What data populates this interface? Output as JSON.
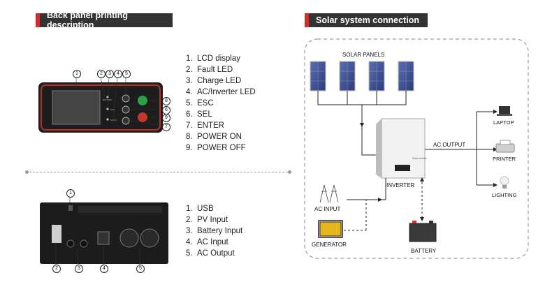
{
  "headers": {
    "left": "Back panel printing description",
    "right": "Solar system connection"
  },
  "front_panel_list": [
    {
      "n": "1.",
      "label": "LCD display"
    },
    {
      "n": "2.",
      "label": "Fault LED"
    },
    {
      "n": "3.",
      "label": "Charge LED"
    },
    {
      "n": "4.",
      "label": "AC/Inverter LED"
    },
    {
      "n": "5.",
      "label": "ESC"
    },
    {
      "n": "6.",
      "label": "SEL"
    },
    {
      "n": "7.",
      "label": "ENTER"
    },
    {
      "n": "8.",
      "label": "POWER ON"
    },
    {
      "n": "9.",
      "label": "POWER OFF"
    }
  ],
  "back_panel_list": [
    {
      "n": "1.",
      "label": "USB"
    },
    {
      "n": "2.",
      "label": "PV Input"
    },
    {
      "n": "3.",
      "label": "Battery Input"
    },
    {
      "n": "4.",
      "label": "AC Input"
    },
    {
      "n": "5.",
      "label": "AC Output"
    }
  ],
  "front_callouts": [
    "1",
    "2",
    "3",
    "4",
    "5",
    "8",
    "6",
    "9",
    "7"
  ],
  "back_callouts": [
    "1",
    "2",
    "3",
    "4",
    "5"
  ],
  "panel_tiny_labels": {
    "battery": "BATTERY",
    "charge": "CHG",
    "fault": "FAULT"
  },
  "diagram": {
    "solar_panels": "SOLAR PANELS",
    "inverter": "INVERTER",
    "ac_output": "AC OUTPUT",
    "ac_input": "AC INPUT",
    "generator": "GENERATOR",
    "battery": "BATTERY",
    "laptop": "LAPTOP",
    "printer": "PRINTER",
    "lighting": "LIGHTING",
    "inverter_brand": "Solar Inverter"
  },
  "colors": {
    "accent_red": "#d62b2b",
    "header_dark": "#333333",
    "panel_red": "#c0392b",
    "power_on_green": "#2e9e48"
  }
}
